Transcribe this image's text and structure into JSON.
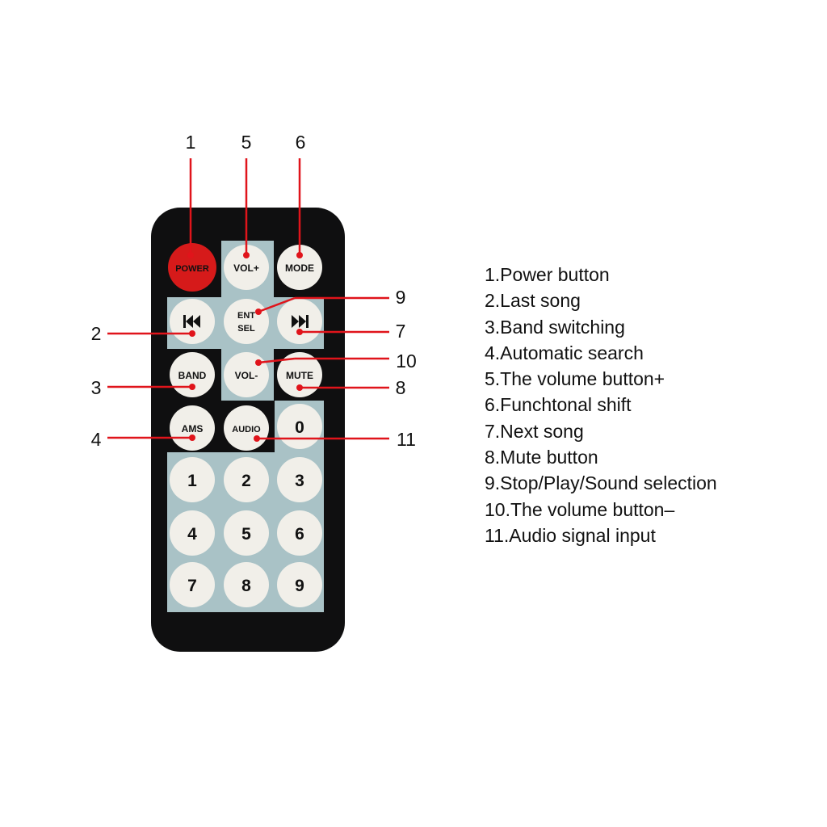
{
  "remote": {
    "body_color": "#0f0f10",
    "panel_color": "#a9c2c6",
    "button_color": "#f1efe9",
    "power_color": "#d61a1a",
    "pointer_color": "#e0141b",
    "buttons": {
      "power": "POWER",
      "vol_plus": "VOL+",
      "mode": "MODE",
      "prev": "prev-track-icon",
      "ent_top": "ENT",
      "ent_bottom": "SEL",
      "next": "next-track-icon",
      "band": "BAND",
      "vol_minus": "VOL-",
      "mute": "MUTE",
      "ams": "AMS",
      "audio": "AUDIO",
      "n0": "0",
      "n1": "1",
      "n2": "2",
      "n3": "3",
      "n4": "4",
      "n5": "5",
      "n6": "6",
      "n7": "7",
      "n8": "8",
      "n9": "9"
    }
  },
  "callouts": [
    "1",
    "2",
    "3",
    "4",
    "5",
    "6",
    "7",
    "8",
    "9",
    "10",
    "11"
  ],
  "legend": [
    "1.Power button",
    "2.Last song",
    "3.Band switching",
    "4.Automatic search",
    "5.The volume button+",
    "6.Funchtonal shift",
    "7.Next song",
    "8.Mute button",
    "9.Stop/Play/Sound selection",
    "10.The volume button–",
    "11.Audio signal input"
  ]
}
